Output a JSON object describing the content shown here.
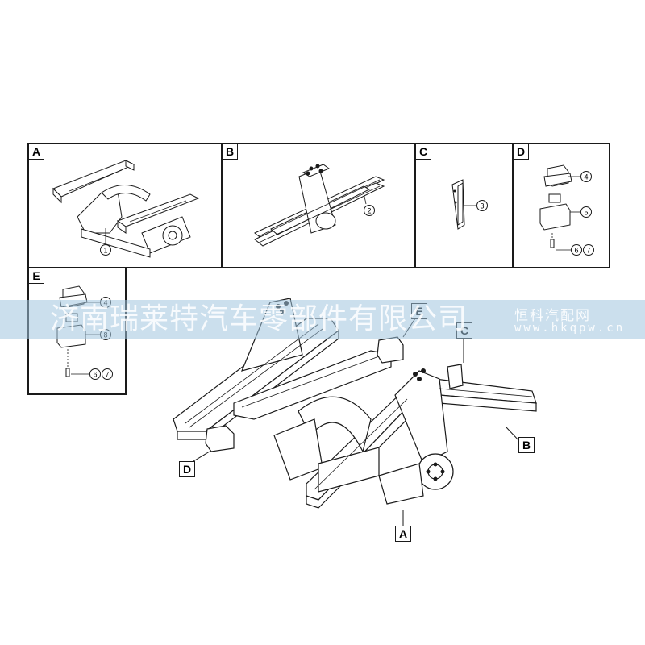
{
  "panels": {
    "a": {
      "label": "A",
      "callouts": [
        "1"
      ]
    },
    "b": {
      "label": "B",
      "callouts": [
        "2"
      ]
    },
    "c": {
      "label": "C",
      "callouts": [
        "3"
      ]
    },
    "d": {
      "label": "D",
      "callouts": [
        "4",
        "5",
        "6",
        "7"
      ]
    },
    "e": {
      "label": "E",
      "callouts": [
        "4",
        "8",
        "6",
        "7"
      ]
    }
  },
  "main_callouts": {
    "a": "A",
    "b": "B",
    "c": "C",
    "d": "D",
    "e": "E"
  },
  "watermark": {
    "company": "济南瑞莱特汽车零部件有限公司",
    "brand": "恒科汽配网",
    "url": "www.hkqpw.cn"
  },
  "colors": {
    "line": "#1a1a1a",
    "banner": "#a0c4de"
  }
}
